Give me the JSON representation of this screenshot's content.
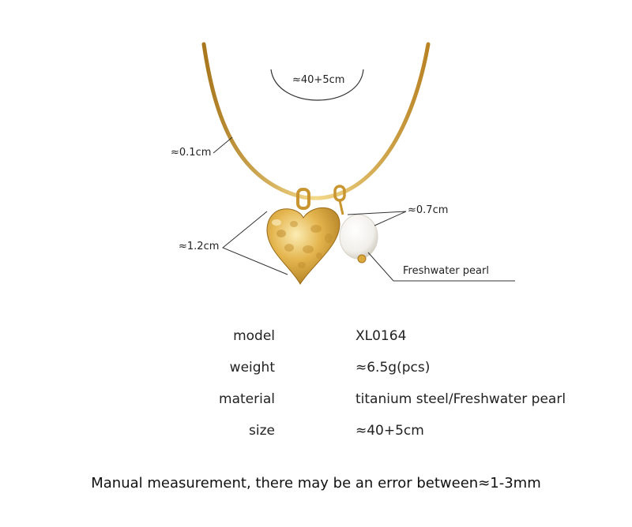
{
  "dimensions": {
    "length": "≈40+5cm",
    "chain_thickness": "≈0.1cm",
    "heart_size": "≈1.2cm",
    "pearl_size": "≈0.7cm",
    "pearl_label": "Freshwater pearl"
  },
  "specs": [
    {
      "key": "model",
      "value": "XL0164"
    },
    {
      "key": "weight",
      "value": "≈6.5g(pcs)"
    },
    {
      "key": "material",
      "value": "titanium steel/Freshwater pearl"
    },
    {
      "key": "size",
      "value": "≈40+5cm"
    }
  ],
  "note": "Manual measurement, there may be an error between≈1-3mm",
  "colors": {
    "gold_light": "#f3d98a",
    "gold": "#d9a93e",
    "gold_dark": "#a8761c",
    "pearl": "#f4f2ee",
    "line": "#333333"
  }
}
